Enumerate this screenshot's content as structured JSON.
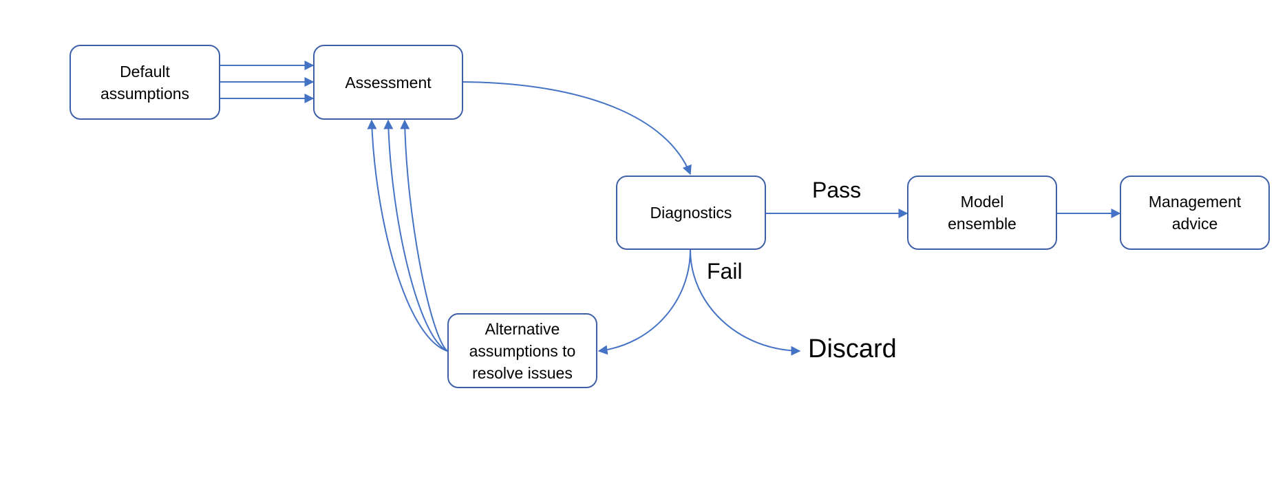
{
  "diagram": {
    "nodes": {
      "default_assumptions": "Default\nassumptions",
      "assessment": "Assessment",
      "diagnostics": "Diagnostics",
      "model_ensemble": "Model\nensemble",
      "management_advice": "Management\nadvice",
      "alternative_assumptions": "Alternative\nassumptions to\nresolve issues"
    },
    "labels": {
      "pass": "Pass",
      "fail": "Fail",
      "discard": "Discard"
    },
    "colors": {
      "stroke": "#4472c4",
      "border": "#3d5fa8",
      "text": "#000000"
    }
  }
}
